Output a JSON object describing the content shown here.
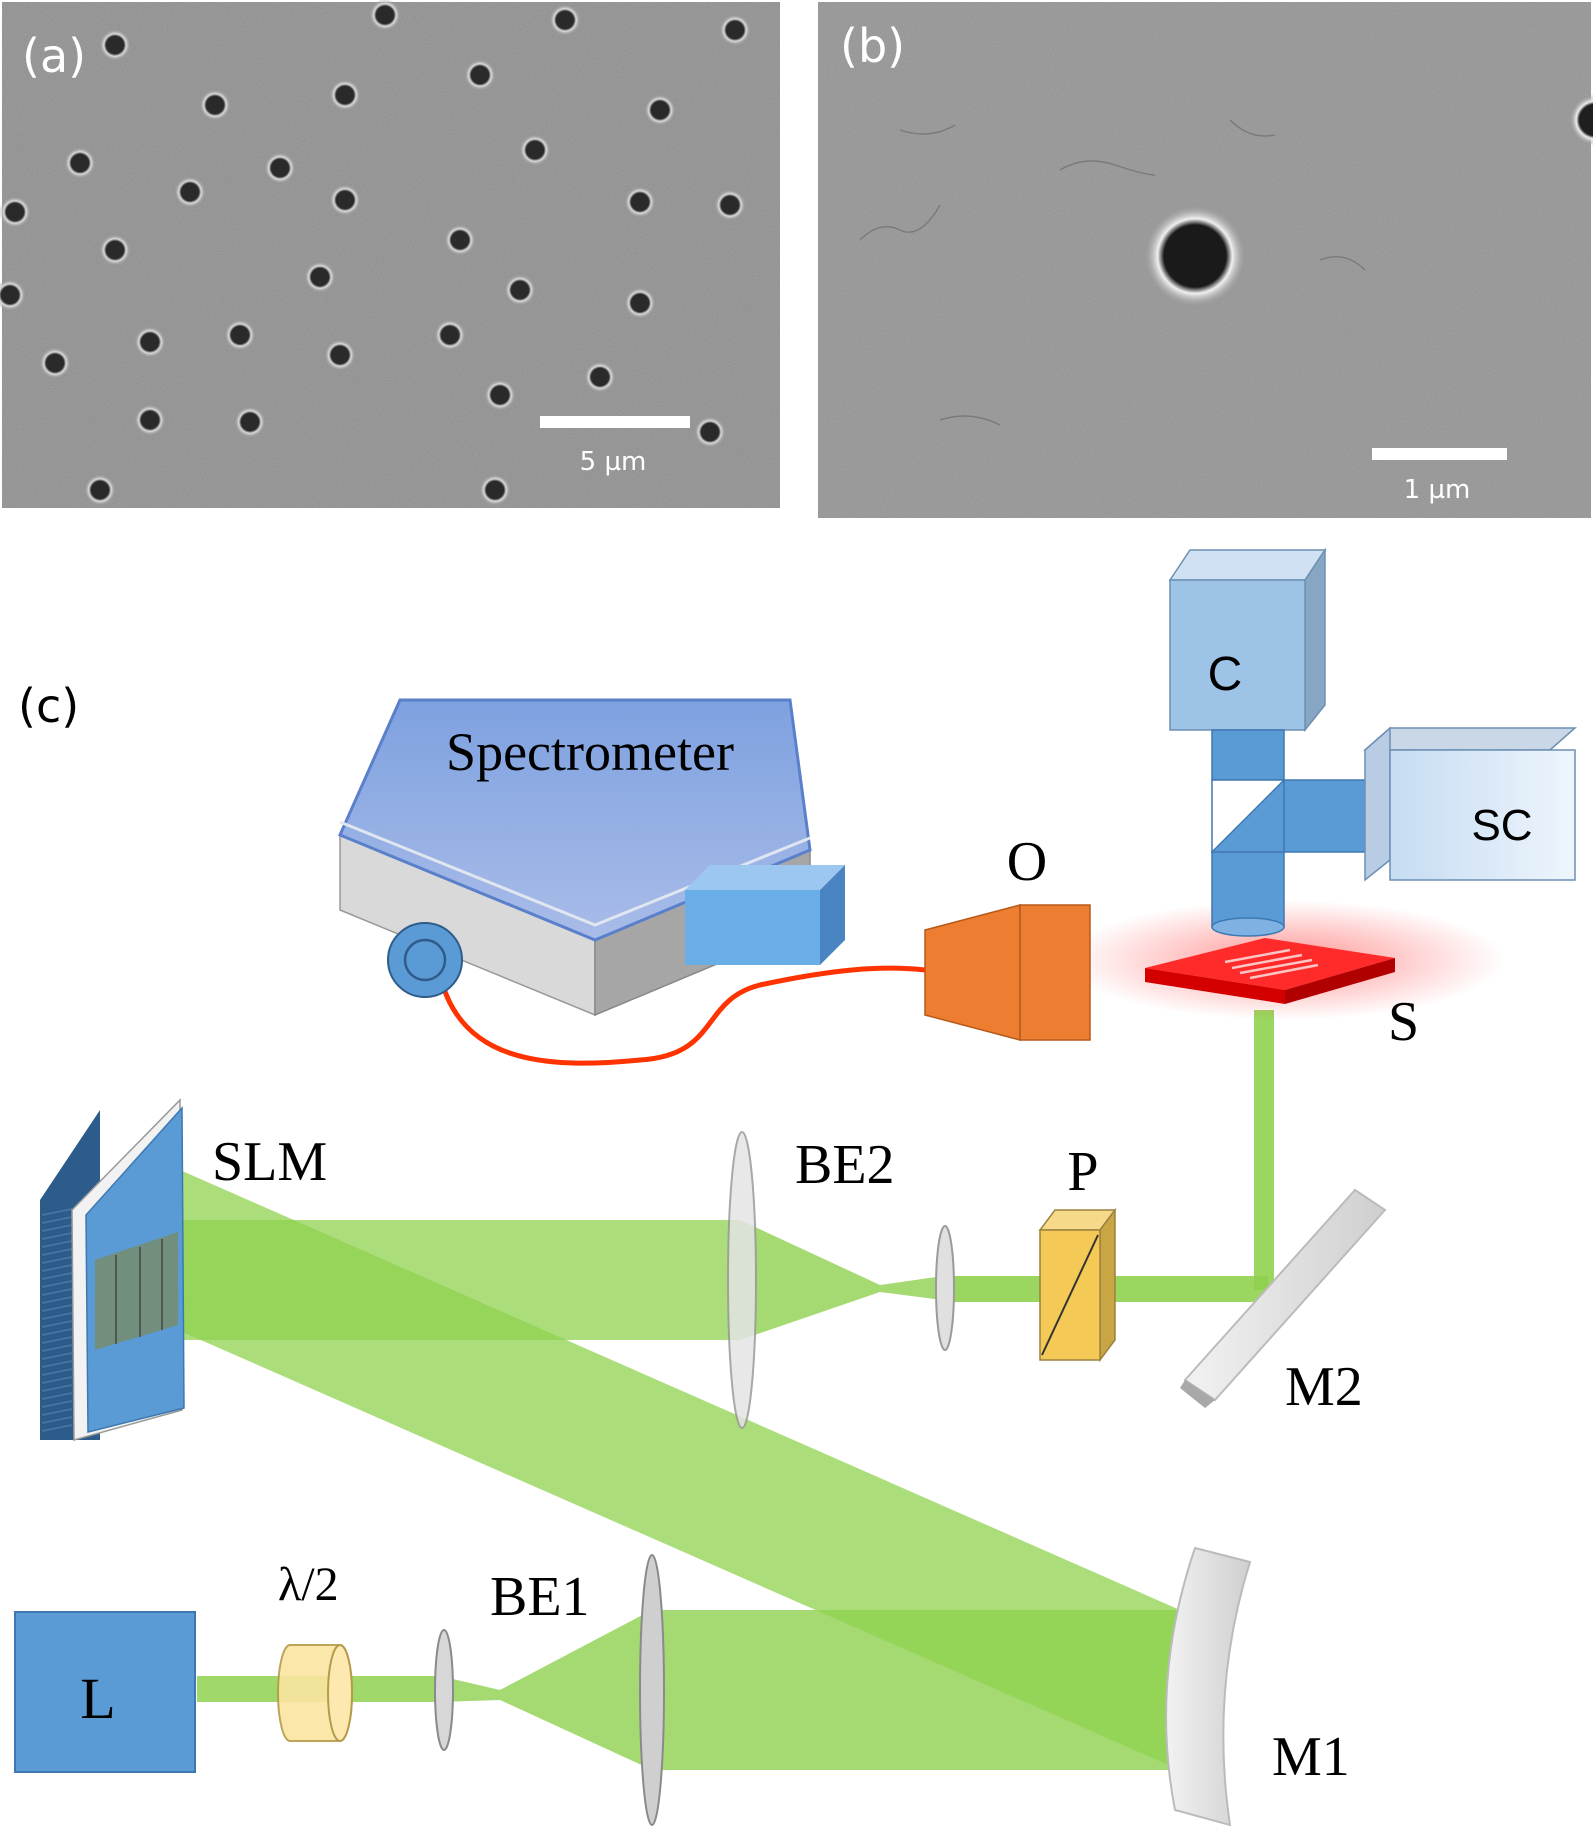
{
  "panels": {
    "a": {
      "label": "(a)",
      "scale_bar": "5 µm"
    },
    "b": {
      "label": "(b)",
      "scale_bar": "1 µm"
    },
    "c": {
      "label": "(c)"
    }
  },
  "components": {
    "spectrometer": "Spectrometer",
    "camera": "C",
    "spectrometer_camera": "SC",
    "objective": "O",
    "sample": "S",
    "slm": "SLM",
    "beam_expander_2": "BE2",
    "polarizer": "P",
    "mirror_2": "M2",
    "laser": "L",
    "half_wave_plate": "λ/2",
    "beam_expander_1": "BE1",
    "mirror_1": "M1"
  },
  "colors": {
    "sem_gray": "#8a8a8a",
    "beam_green": "#8fd14f",
    "laser_blue": "#5b9bd5",
    "objective_orange": "#ed7d31",
    "sample_red": "#ff2020",
    "polarizer_yellow": "#f5c955",
    "fiber_red": "#ff3300"
  }
}
